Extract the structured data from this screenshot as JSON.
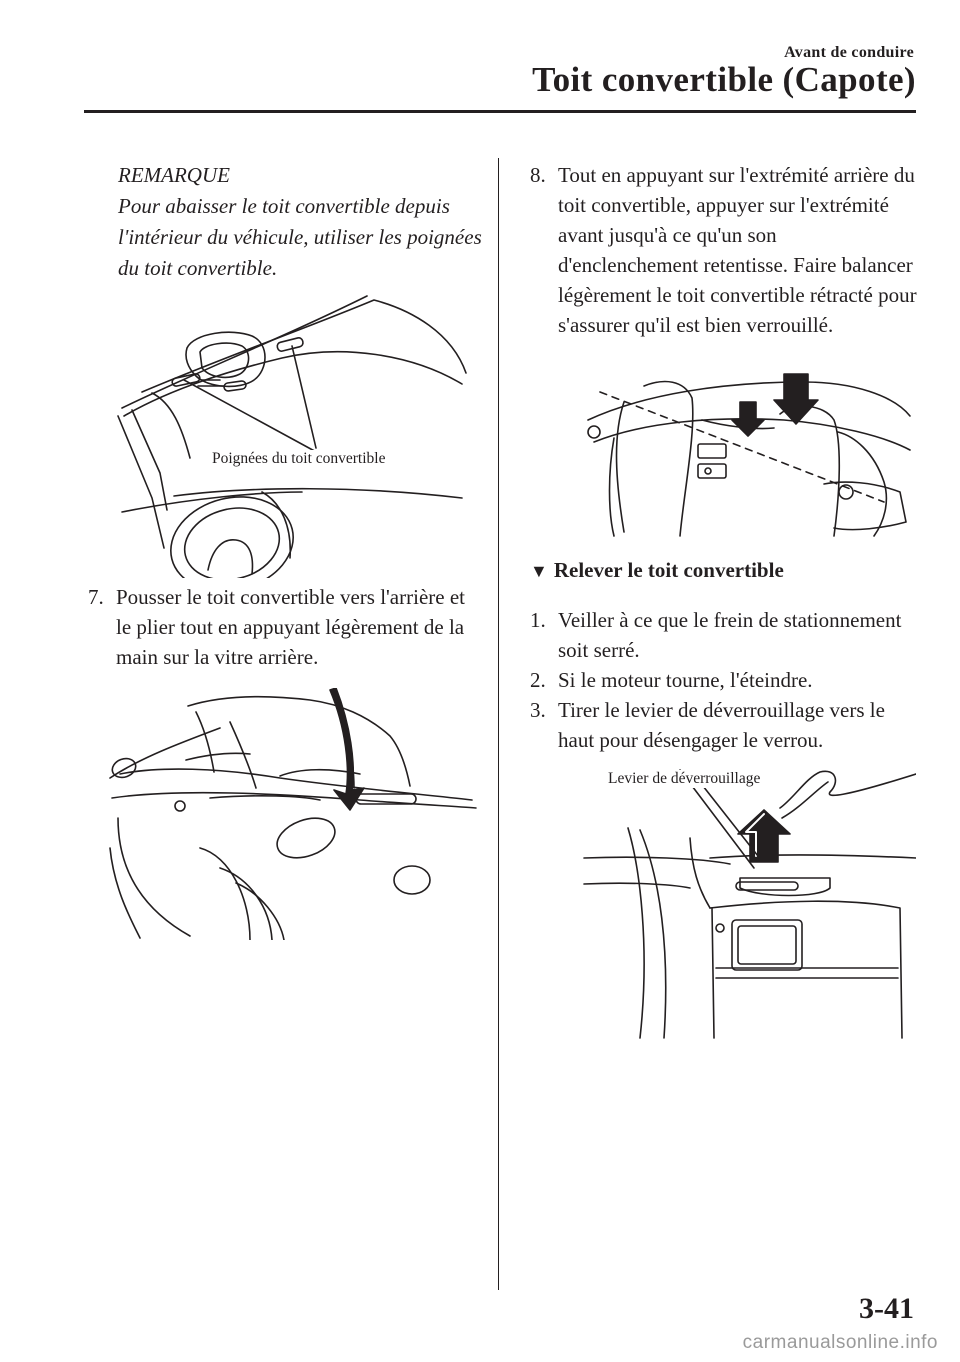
{
  "header": {
    "section": "Avant de conduire",
    "title": "Toit convertible (Capote)"
  },
  "note": {
    "label": "REMARQUE",
    "text": "Pour abaisser le toit convertible depuis l'intérieur du véhicule, utiliser les poignées du toit convertible."
  },
  "figures": {
    "handles_label": "Poignées du toit convertible",
    "lever_label": "Levier de déverrouillage"
  },
  "steps": {
    "s7": {
      "num": "7.",
      "text": "Pousser le toit convertible vers l'arrière et le plier tout en appuyant légèrement de la main sur la vitre arrière."
    },
    "s8": {
      "num": "8.",
      "text": "Tout en appuyant sur l'extrémité arrière du toit convertible, appuyer sur l'extrémité avant jusqu'à ce qu'un son d'enclenchement retentisse. Faire balancer légèrement le toit convertible rétracté pour s'assurer qu'il est bien verrouillé."
    },
    "r1": {
      "num": "1.",
      "text": "Veiller à ce que le frein de stationnement soit serré."
    },
    "r2": {
      "num": "2.",
      "text": "Si le moteur tourne, l'éteindre."
    },
    "r3": {
      "num": "3.",
      "text": "Tirer le levier de déverrouillage vers le haut pour désengager le verrou."
    }
  },
  "subsection": {
    "marker": "▼",
    "title": "Relever le toit convertible"
  },
  "footer": {
    "page_number": "3-41",
    "watermark": "carmanualsonline.info"
  }
}
